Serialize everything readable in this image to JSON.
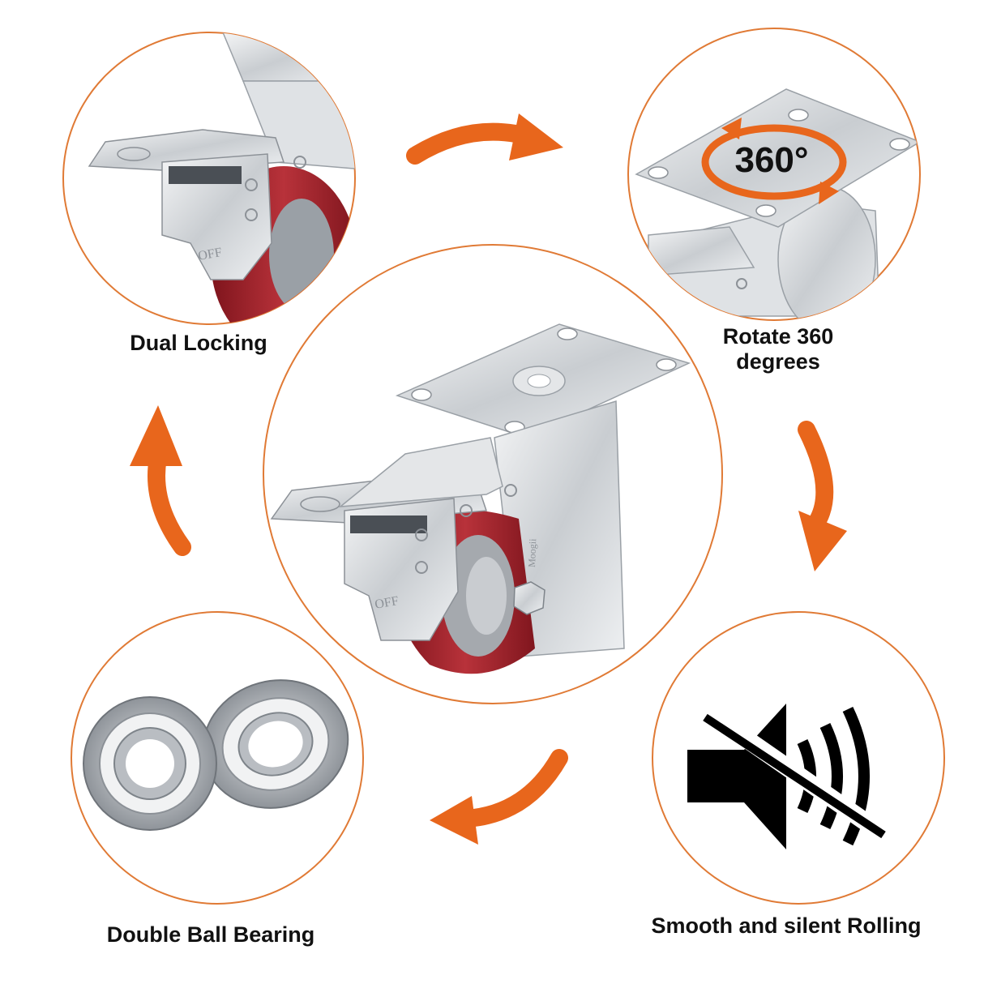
{
  "features": {
    "dual_locking": {
      "label": "Dual Locking",
      "lock_mark": "OFF"
    },
    "rotate": {
      "label_line1": "Rotate 360",
      "label_line2": "degrees",
      "badge": "360°"
    },
    "bearing": {
      "label": "Double Ball Bearing"
    },
    "silent": {
      "label": "Smooth and silent Rolling",
      "icon": "muted-speaker-icon"
    }
  },
  "center": {
    "lock_mark": "OFF",
    "brand_mark": "Moogii"
  },
  "colors": {
    "accent": "#e8661c",
    "circle_stroke": "#e07a35",
    "wheel": "#a5222b",
    "metal": "#d6d9dc",
    "text": "#111111"
  }
}
